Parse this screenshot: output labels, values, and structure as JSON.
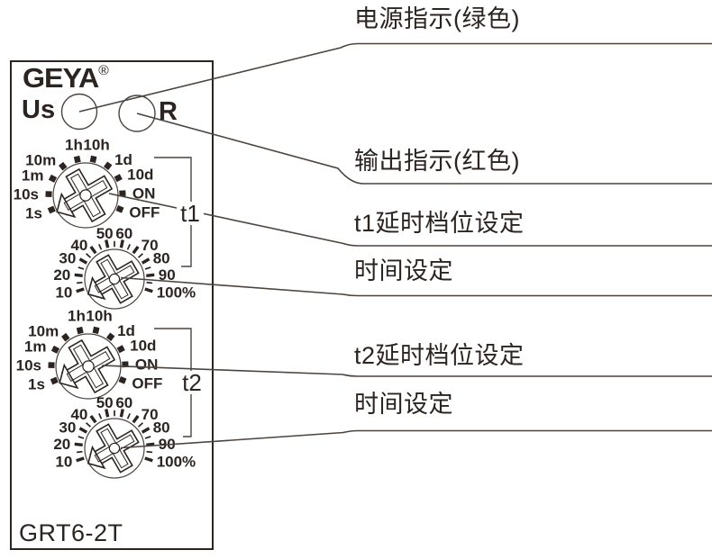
{
  "panel": {
    "brand": "GEYA",
    "registered_mark": "®",
    "model": "GRT6-2T",
    "power_led_label": "Us",
    "reset_label": "R",
    "timer_groups": [
      "t1",
      "t2"
    ],
    "range_switch_labels": [
      "OFF",
      "ON",
      "10d",
      "1d",
      "10h",
      "1h",
      "10m",
      "1m",
      "10s",
      "1s"
    ],
    "percent_dial_labels": [
      "100%",
      "90",
      "80",
      "70",
      "60",
      "50",
      "40",
      "30",
      "20",
      "10"
    ]
  },
  "callouts": [
    {
      "text": "电源指示(绿色)"
    },
    {
      "text": "输出指示(红色)"
    },
    {
      "text": "t1延时档位设定"
    },
    {
      "text": "时间设定"
    },
    {
      "text": "t2延时档位设定"
    },
    {
      "text": "时间设定"
    }
  ],
  "colors": {
    "ink": "#2b2421",
    "line": "#4b443f",
    "background": "#ffffff"
  }
}
